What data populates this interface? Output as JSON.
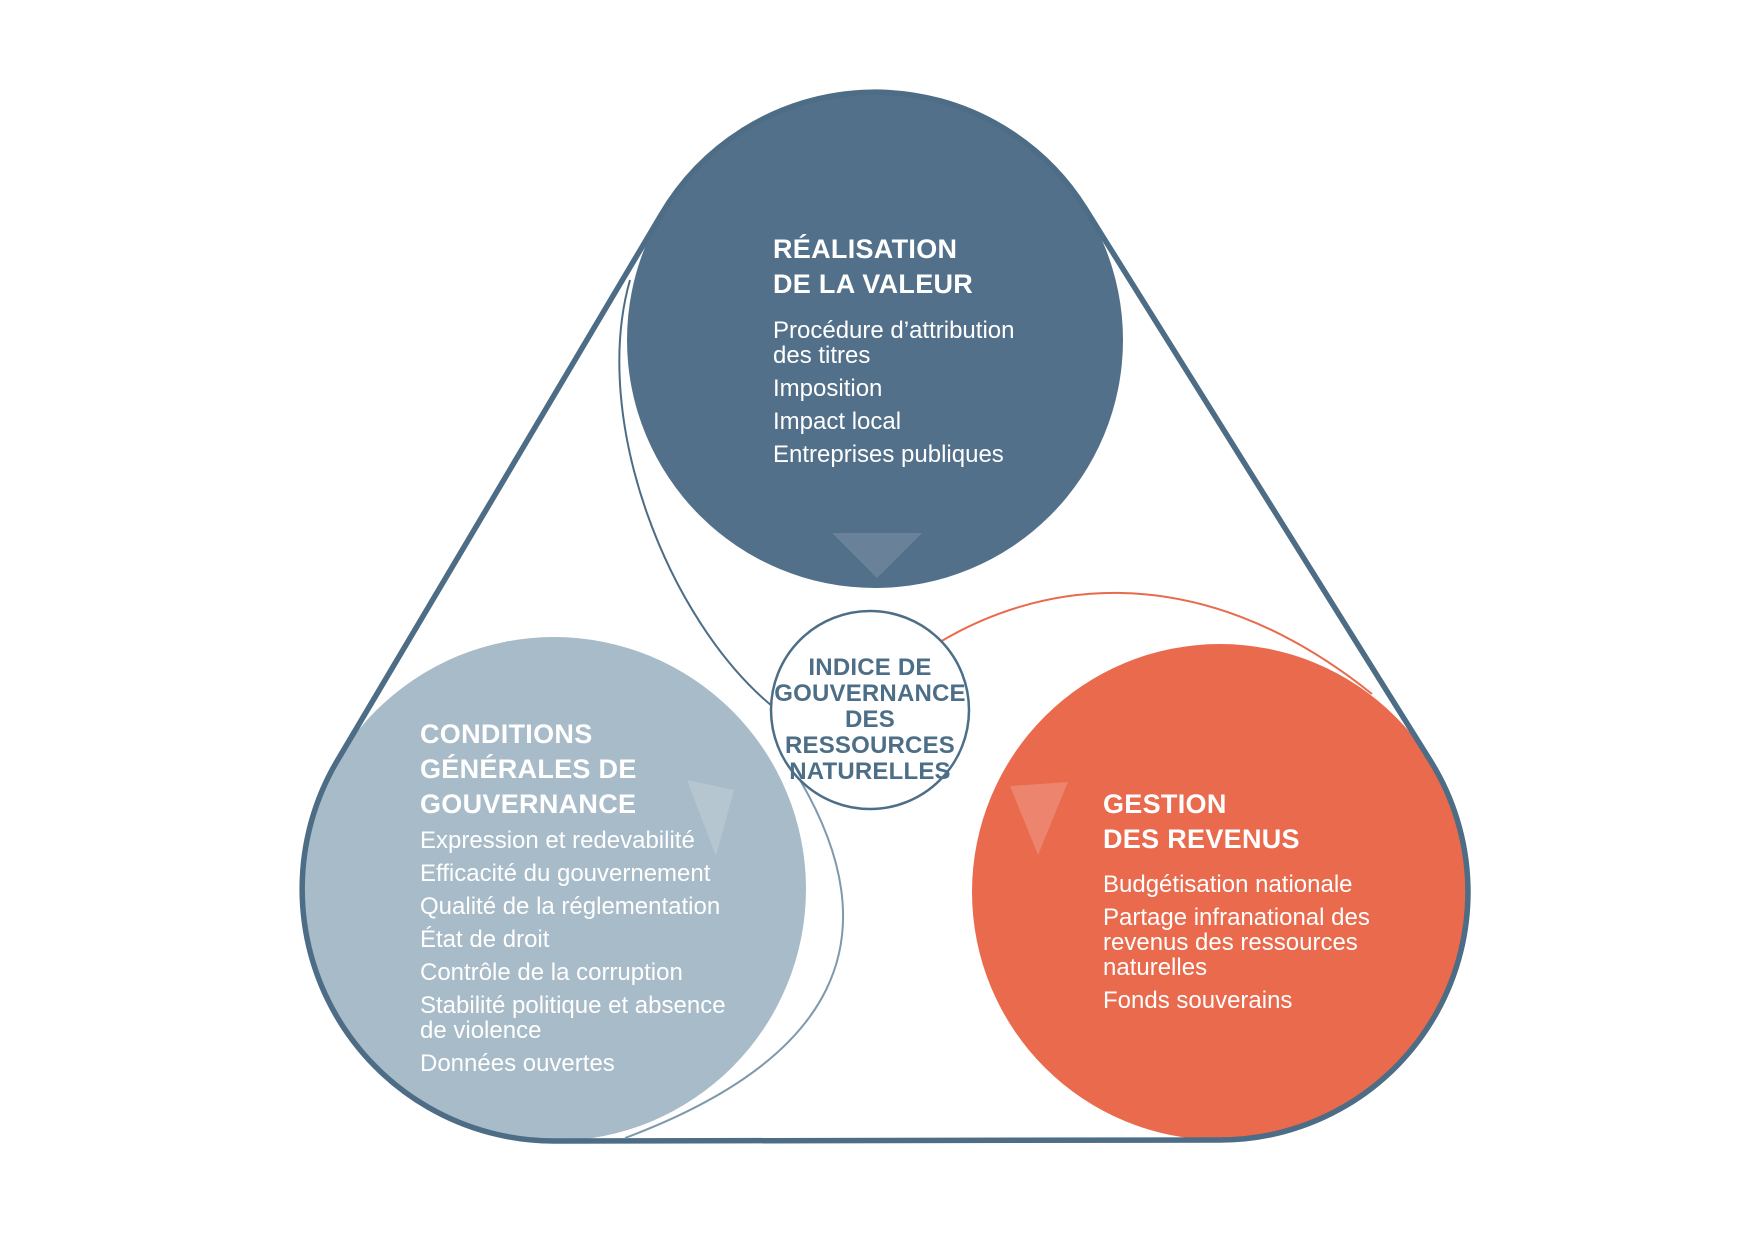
{
  "diagram": {
    "center_circle": {
      "label_lines": [
        "INDICE DE",
        "GOUVERNANCE",
        "DES",
        "RESSOURCES",
        "NATURELLES"
      ]
    },
    "value_realization": {
      "title_lines": [
        "RÉALISATION",
        "DE LA VALEUR"
      ],
      "items": [
        "Procédure d’attribution des titres",
        "Imposition",
        "Impact local",
        "Entreprises publiques"
      ]
    },
    "governance_conditions": {
      "title_lines": [
        "CONDITIONS",
        "GÉNÉRALES DE",
        "GOUVERNANCE"
      ],
      "items": [
        "Expression et redevabilité",
        "Efficacité du gouvernement",
        "Qualité de la réglementation",
        "État de droit",
        "Contrôle de la corruption",
        "Stabilité politique et absence de violence",
        "Données ouvertes"
      ]
    },
    "revenue_management": {
      "title_lines": [
        "GESTION",
        "DES REVENUS"
      ],
      "items": [
        "Budgétisation nationale",
        "Partage infranational des revenus des ressources naturelles",
        "Fonds souverains"
      ]
    },
    "colors": {
      "dark_slate": "#53708a",
      "light_blue_gray": "#a8bbc8",
      "orange": "#e96a4d",
      "outline": "#4d6c85",
      "thin_gray_arc": "#7d99ac",
      "center_text": "#4d6e87",
      "text_on_circles": "#ffffff"
    }
  }
}
